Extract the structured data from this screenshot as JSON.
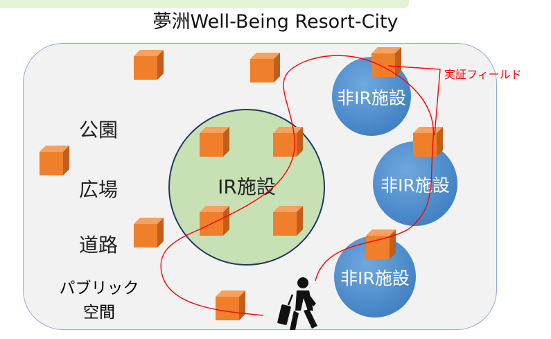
{
  "diagram": {
    "title_prefix": "夢洲",
    "title_main": "Well-Being Resort-City",
    "ir_facility": "IR施設",
    "non_ir_facility_1": "非IR施設",
    "non_ir_facility_2": "非IR施設",
    "non_ir_facility_3": "非IR施設",
    "field_label": "実証フィールド",
    "park": "公園",
    "plaza": "広場",
    "road": "道路",
    "public_space_line1": "パブリック",
    "public_space_line2": "空間"
  },
  "colors": {
    "zone_fill": "#f2f2f2",
    "zone_border": "#8eaad6",
    "ir_fill": "#c7e0b4",
    "ir_border": "#1f3864",
    "non_ir_fill": "#5b9bd5",
    "cube_front": "#f07f2c",
    "path_line": "#ff0000"
  },
  "icons": {
    "cube": "cube-icon",
    "traveler": "traveler-with-suitcase-icon"
  }
}
